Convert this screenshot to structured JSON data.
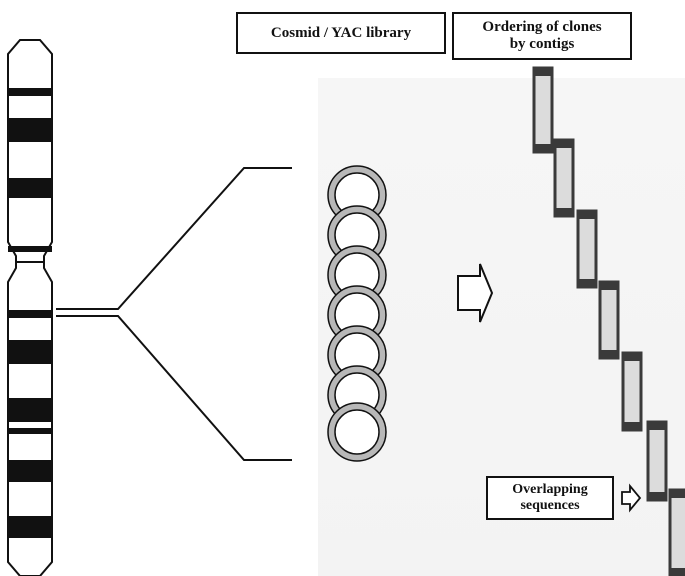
{
  "labels": {
    "library": "Cosmid / YAC library",
    "ordering": [
      "Ordering of clones",
      "by contigs"
    ],
    "overlap": [
      "Overlapping",
      "sequences"
    ]
  },
  "colors": {
    "ink": "#111111",
    "clone_fill": "#dcdcdc",
    "clone_end": "#3a3a3a",
    "ring": "#b8b8b8",
    "backdrop": "#f4f4f4"
  },
  "icons": [
    "arrow-right-icon",
    "arrow-right-icon"
  ]
}
